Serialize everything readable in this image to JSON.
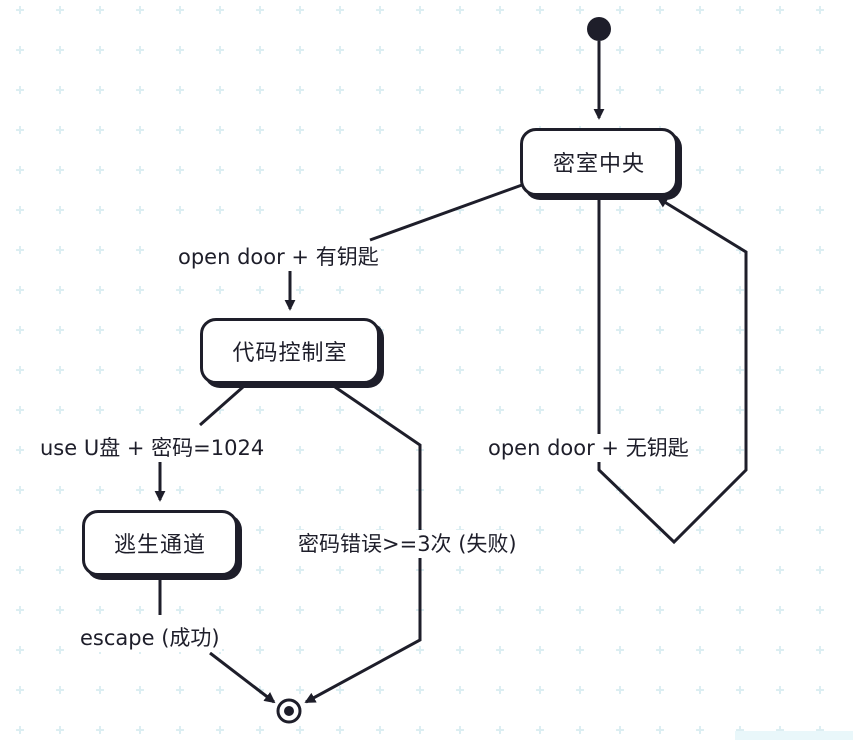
{
  "diagram": {
    "type": "state-machine",
    "states": {
      "center_room": "密室中央",
      "code_control_room": "代码控制室",
      "escape_route": "逃生通道"
    },
    "transitions": {
      "open_door_with_key": "open door + 有钥匙",
      "open_door_without_key": "open door + 无钥匙",
      "use_usb_password": "use U盘 + 密码=1024",
      "wrong_password_fail": "密码错误>=3次 (失败)",
      "escape_success": "escape (成功)"
    },
    "colors": {
      "stroke": "#1e1e2a",
      "grid": "#dceef2",
      "background": "#ffffff"
    }
  }
}
